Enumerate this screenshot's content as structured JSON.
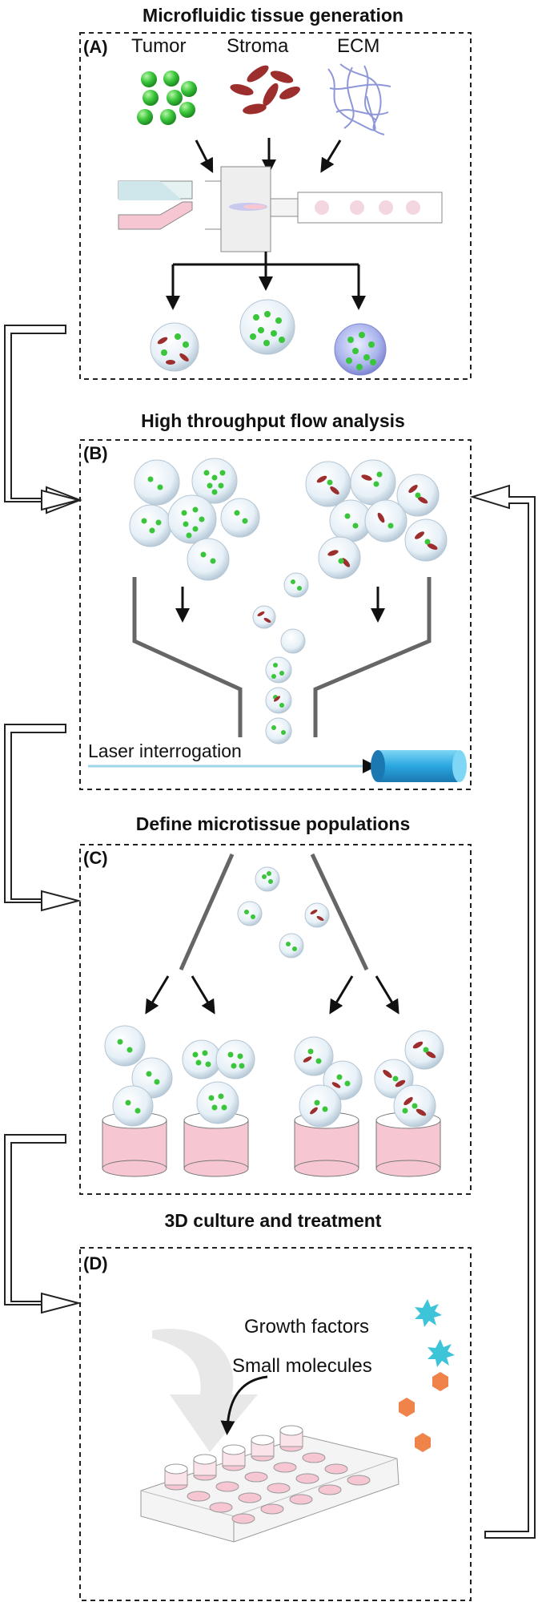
{
  "panels": {
    "a": {
      "title": "Microfluidic tissue generation",
      "letter": "(A)",
      "labels": {
        "tumor": "Tumor",
        "stroma": "Stroma",
        "ecm": "ECM"
      }
    },
    "b": {
      "title": "High throughput flow analysis",
      "letter": "(B)",
      "labels": {
        "laser": "Laser interrogation"
      }
    },
    "c": {
      "title": "Define microtissue populations",
      "letter": "(C)"
    },
    "d": {
      "title": "3D culture and treatment",
      "letter": "(D)",
      "labels": {
        "growth": "Growth factors",
        "small": "Small molecules"
      }
    }
  },
  "colors": {
    "tumor_cell": "#39c63a",
    "stroma_cell": "#9c2e2e",
    "ecm_fiber": "#8e97d8",
    "microtissue_fill": "#e8f1f8",
    "well_fill": "#f6c7d3",
    "laser_beam": "#9ed6e8",
    "detector": "#2aa6e0",
    "growth_factor": "#3ec4d8",
    "small_molecule": "#f0834a"
  },
  "icons": [
    "down-arrow-icon",
    "hollow-right-arrow-icon",
    "hollow-left-arrow-icon",
    "detector-cylinder-icon",
    "starburst-icon",
    "hexagon-icon"
  ]
}
